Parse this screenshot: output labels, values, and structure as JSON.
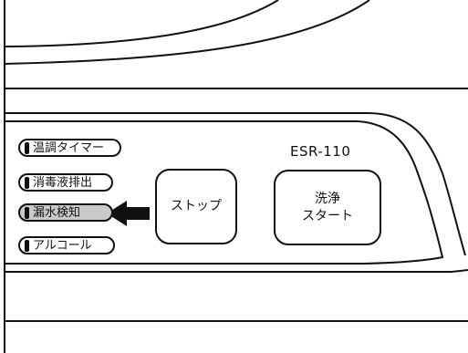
{
  "model_label": "ESR-110",
  "indicators": [
    {
      "label": "温調タイマー",
      "highlighted": false
    },
    {
      "label": "消毒液排出",
      "highlighted": false
    },
    {
      "label": "漏水検知",
      "highlighted": true
    },
    {
      "label": "アルコール",
      "highlighted": false
    }
  ],
  "buttons": {
    "stop": "ストップ",
    "start_line1": "洗浄",
    "start_line2": "スタート"
  },
  "colors": {
    "ink": "#111111",
    "highlight": "#c9c9c9"
  }
}
